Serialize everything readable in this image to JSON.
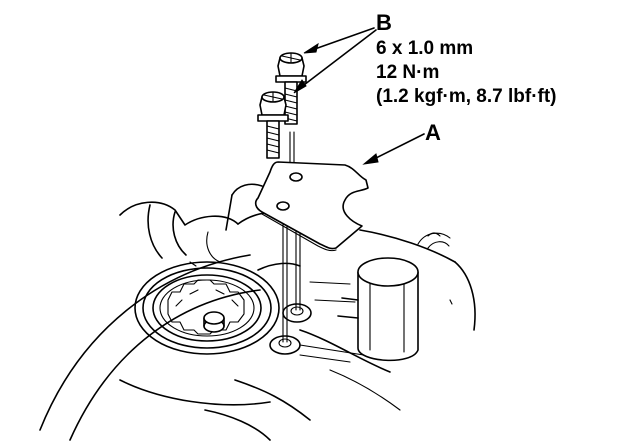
{
  "labels": {
    "part_a": "A",
    "part_b": "B",
    "bolt_size": "6 x 1.0 mm",
    "torque_nm": "12 N·m",
    "torque_alt": "(1.2 kgf·m, 8.7 lbf·ft)"
  }
}
